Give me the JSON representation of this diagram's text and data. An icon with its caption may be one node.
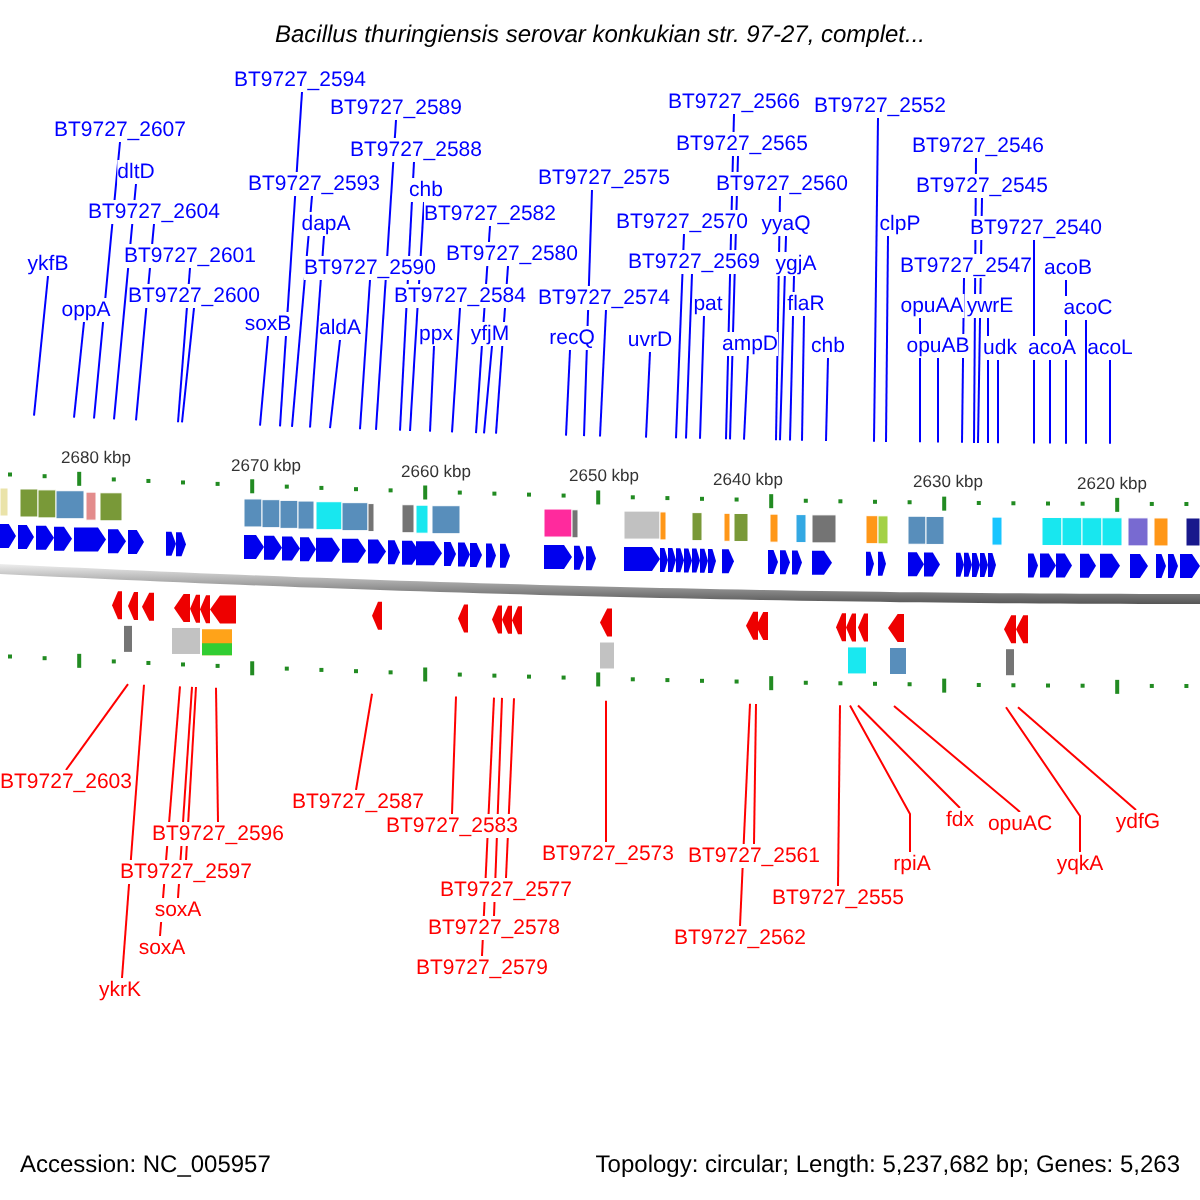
{
  "diagram": {
    "title": "Bacillus thuringiensis serovar konkukian str. 97-27, complet...",
    "nodes": [
      {
        "text": [
          "BT9727_2594"
        ]
      },
      {
        "text": [
          "BT9727_2607"
        ]
      },
      {
        "text": [
          "dltD"
        ]
      },
      {
        "text": [
          "BT9727_2589"
        ]
      },
      {
        "text": [
          "BT9727_2593"
        ]
      },
      {
        "text": [
          "BT9727_2588"
        ]
      },
      {
        "text": [
          "BT9727_2604"
        ]
      },
      {
        "text": [
          "chb"
        ]
      },
      {
        "text": [
          "dapA"
        ]
      },
      {
        "text": [
          "BT9727_2582"
        ]
      },
      {
        "text": [
          "BT9727_2601"
        ]
      },
      {
        "text": [
          "BT9727_2590"
        ]
      },
      {
        "text": [
          "BT9727_2580"
        ]
      },
      {
        "text": [
          "ykfB"
        ]
      },
      {
        "text": [
          "oppA"
        ]
      },
      {
        "text": [
          "BT9727_2600"
        ]
      },
      {
        "text": [
          "BT9727_2584"
        ]
      },
      {
        "text": [
          "soxB"
        ]
      },
      {
        "text": [
          "aldA"
        ]
      },
      {
        "text": [
          "ppx"
        ]
      },
      {
        "text": [
          "yfjM"
        ]
      },
      {
        "text": [
          "recQ"
        ]
      },
      {
        "text": [
          "BT9727_2575"
        ]
      },
      {
        "text": [
          "BT9727_2574"
        ]
      },
      {
        "text": [
          "BT9727_2566"
        ]
      },
      {
        "text": [
          "BT9727_2565"
        ]
      },
      {
        "text": [
          "BT9727_2570"
        ]
      },
      {
        "text": [
          "BT9727_2560"
        ]
      },
      {
        "text": [
          "yyaQ"
        ]
      },
      {
        "text": [
          "BT9727_2569"
        ]
      },
      {
        "text": [
          "ygjA"
        ]
      },
      {
        "text": [
          "pat"
        ]
      },
      {
        "text": [
          "flaR"
        ]
      },
      {
        "text": [
          "uvrD"
        ]
      },
      {
        "text": [
          "ampD"
        ]
      },
      {
        "text": [
          "chb"
        ]
      },
      {
        "text": [
          "BT9727_2552"
        ]
      },
      {
        "text": [
          "clpP"
        ]
      },
      {
        "text": [
          "BT9727_2546"
        ]
      },
      {
        "text": [
          "BT9727_2545"
        ]
      },
      {
        "text": [
          "BT9727_2540"
        ]
      },
      {
        "text": [
          "BT9727_2547"
        ]
      },
      {
        "text": [
          "opuAA"
        ]
      },
      {
        "text": [
          "ywrE"
        ]
      },
      {
        "text": [
          "acoB"
        ]
      },
      {
        "text": [
          "acoC"
        ]
      },
      {
        "text": [
          "opuAB"
        ]
      },
      {
        "text": [
          "udk"
        ]
      },
      {
        "text": [
          "acoA"
        ]
      },
      {
        "text": [
          "acoL"
        ]
      },
      {
        "text": [
          "BT9727_2603"
        ]
      },
      {
        "text": [
          "ykrK"
        ]
      },
      {
        "text": [
          "BT9727_2596"
        ]
      },
      {
        "text": [
          "BT9727_2597"
        ]
      },
      {
        "text": [
          "soxA"
        ]
      },
      {
        "text": [
          "soxA"
        ]
      },
      {
        "text": [
          "BT9727_2587"
        ]
      },
      {
        "text": [
          "BT9727_2583"
        ]
      },
      {
        "text": [
          "BT9727_2577"
        ]
      },
      {
        "text": [
          "BT9727_2578"
        ]
      },
      {
        "text": [
          "BT9727_2579"
        ]
      },
      {
        "text": [
          "BT9727_2573"
        ]
      },
      {
        "text": [
          "BT9727_2561"
        ]
      },
      {
        "text": [
          "BT9727_2562"
        ]
      },
      {
        "text": [
          "BT9727_2555"
        ]
      },
      {
        "text": [
          "rpiA"
        ]
      },
      {
        "text": [
          "fdx"
        ]
      },
      {
        "text": [
          "opuAC"
        ]
      },
      {
        "text": [
          "yqkA"
        ]
      },
      {
        "text": [
          "ydfG"
        ]
      }
    ],
    "edges": [
      {
        "from": 0,
        "to": null,
        "arrow": "none"
      },
      {
        "from": 1,
        "to": null,
        "arrow": "none"
      },
      {
        "from": 2,
        "to": null,
        "arrow": "none"
      },
      {
        "from": 3,
        "to": null,
        "arrow": "none"
      },
      {
        "from": 4,
        "to": null,
        "arrow": "none"
      },
      {
        "from": 5,
        "to": null,
        "arrow": "none"
      },
      {
        "from": 6,
        "to": null,
        "arrow": "none"
      },
      {
        "from": 7,
        "to": null,
        "arrow": "none"
      },
      {
        "from": 8,
        "to": null,
        "arrow": "none"
      },
      {
        "from": 9,
        "to": null,
        "arrow": "none"
      },
      {
        "from": 10,
        "to": null,
        "arrow": "none"
      },
      {
        "from": 11,
        "to": null,
        "arrow": "none"
      },
      {
        "from": 12,
        "to": null,
        "arrow": "none"
      },
      {
        "from": 13,
        "to": null,
        "arrow": "none"
      },
      {
        "from": 14,
        "to": null,
        "arrow": "none"
      },
      {
        "from": 15,
        "to": null,
        "arrow": "none"
      },
      {
        "from": 16,
        "to": null,
        "arrow": "none"
      },
      {
        "from": 17,
        "to": null,
        "arrow": "none"
      },
      {
        "from": 18,
        "to": null,
        "arrow": "none"
      },
      {
        "from": 19,
        "to": null,
        "arrow": "none"
      },
      {
        "from": 20,
        "to": null,
        "arrow": "none"
      },
      {
        "from": 21,
        "to": null,
        "arrow": "none"
      },
      {
        "from": 22,
        "to": null,
        "arrow": "none"
      },
      {
        "from": 23,
        "to": null,
        "arrow": "none"
      },
      {
        "from": 24,
        "to": null,
        "arrow": "none"
      },
      {
        "from": 25,
        "to": null,
        "arrow": "none"
      },
      {
        "from": 26,
        "to": null,
        "arrow": "none"
      },
      {
        "from": 27,
        "to": null,
        "arrow": "none"
      },
      {
        "from": 28,
        "to": null,
        "arrow": "none"
      },
      {
        "from": 29,
        "to": null,
        "arrow": "none"
      },
      {
        "from": 30,
        "to": null,
        "arrow": "none"
      },
      {
        "from": 31,
        "to": null,
        "arrow": "none"
      },
      {
        "from": 32,
        "to": null,
        "arrow": "none"
      },
      {
        "from": 33,
        "to": null,
        "arrow": "none"
      },
      {
        "from": 34,
        "to": null,
        "arrow": "none"
      },
      {
        "from": 35,
        "to": null,
        "arrow": "none"
      },
      {
        "from": 36,
        "to": null,
        "arrow": "none"
      },
      {
        "from": 37,
        "to": null,
        "arrow": "none"
      },
      {
        "from": 38,
        "to": null,
        "arrow": "none"
      },
      {
        "from": 39,
        "to": null,
        "arrow": "none"
      },
      {
        "from": 40,
        "to": null,
        "arrow": "none"
      },
      {
        "from": 41,
        "to": null,
        "arrow": "none"
      },
      {
        "from": 42,
        "to": null,
        "arrow": "none"
      },
      {
        "from": 43,
        "to": null,
        "arrow": "none"
      },
      {
        "from": 44,
        "to": null,
        "arrow": "none"
      },
      {
        "from": 45,
        "to": null,
        "arrow": "none"
      },
      {
        "from": 46,
        "to": null,
        "arrow": "none"
      },
      {
        "from": 47,
        "to": null,
        "arrow": "none"
      },
      {
        "from": 48,
        "to": null,
        "arrow": "none"
      },
      {
        "from": 49,
        "to": null,
        "arrow": "none"
      },
      {
        "from": 50,
        "to": null,
        "arrow": "none",
        "color": "#ff0000"
      },
      {
        "from": 51,
        "to": null,
        "arrow": "none",
        "color": "#ff0000"
      },
      {
        "from": 52,
        "to": null,
        "arrow": "none",
        "color": "#ff0000"
      },
      {
        "from": 53,
        "to": null,
        "arrow": "none",
        "color": "#ff0000"
      },
      {
        "from": 54,
        "to": null,
        "arrow": "none",
        "color": "#ff0000"
      },
      {
        "from": 55,
        "to": null,
        "arrow": "none",
        "color": "#ff0000"
      },
      {
        "from": 56,
        "to": null,
        "arrow": "none",
        "color": "#ff0000"
      },
      {
        "from": 57,
        "to": null,
        "arrow": "none",
        "color": "#ff0000"
      },
      {
        "from": 58,
        "to": null,
        "arrow": "none",
        "color": "#ff0000"
      },
      {
        "from": 59,
        "to": null,
        "arrow": "none",
        "color": "#ff0000"
      },
      {
        "from": 60,
        "to": null,
        "arrow": "none",
        "color": "#ff0000"
      },
      {
        "from": 61,
        "to": null,
        "arrow": "none",
        "color": "#ff0000"
      },
      {
        "from": 62,
        "to": null,
        "arrow": "none",
        "color": "#ff0000"
      },
      {
        "from": 63,
        "to": null,
        "arrow": "none",
        "color": "#ff0000"
      },
      {
        "from": 64,
        "to": null,
        "arrow": "none",
        "color": "#ff0000"
      },
      {
        "from": 65,
        "to": null,
        "arrow": "none",
        "color": "#ff0000"
      },
      {
        "from": 66,
        "to": null,
        "arrow": "none",
        "color": "#ff0000"
      },
      {
        "from": 67,
        "to": null,
        "arrow": "none",
        "color": "#ff0000"
      },
      {
        "from": 68,
        "to": null,
        "arrow": "none",
        "color": "#ff0000"
      },
      {
        "from": 69,
        "to": null,
        "arrow": "none",
        "color": "#ff0000"
      }
    ],
    "labels": [
      "2680 kbp",
      "2670 kbp",
      "2660 kbp",
      "2650 kbp",
      "2640 kbp",
      "2630 kbp",
      "2620 kbp",
      "Accession: NC_005957",
      "Topology: circular; Length: 5,237,682 bp; Genes: 5,263"
    ]
  }
}
